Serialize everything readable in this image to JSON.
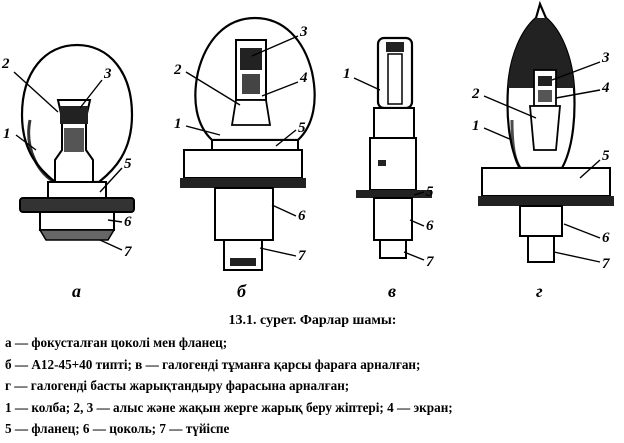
{
  "figure": {
    "parts": [
      {
        "sub_label": "а",
        "callouts": [
          "1",
          "2",
          "3",
          "5",
          "6",
          "7"
        ]
      },
      {
        "sub_label": "б",
        "callouts": [
          "1",
          "2",
          "3",
          "4",
          "5",
          "6",
          "7"
        ]
      },
      {
        "sub_label": "в",
        "callouts": [
          "1",
          "5",
          "6",
          "7"
        ]
      },
      {
        "sub_label": "г",
        "callouts": [
          "1",
          "2",
          "3",
          "4",
          "5",
          "6",
          "7"
        ]
      }
    ]
  },
  "caption": {
    "title": "13.1. сурет.  Фарлар  шамы:",
    "lines": [
      "а — фокусталған  цоколі мен  фланец;",
      "б — А12-45+40 типті; в — галогенді тұманға қарсы фараға  арналған;",
      "г — галогенді басты жарықтандыру  фарасына  арналған;",
      "1 — колба; 2, 3 — алыс және жақын жерге жарық  беру  жіптері; 4 — экран;",
      "5 — фланец; 6 — цоколь; 7 — түйіспе"
    ]
  }
}
